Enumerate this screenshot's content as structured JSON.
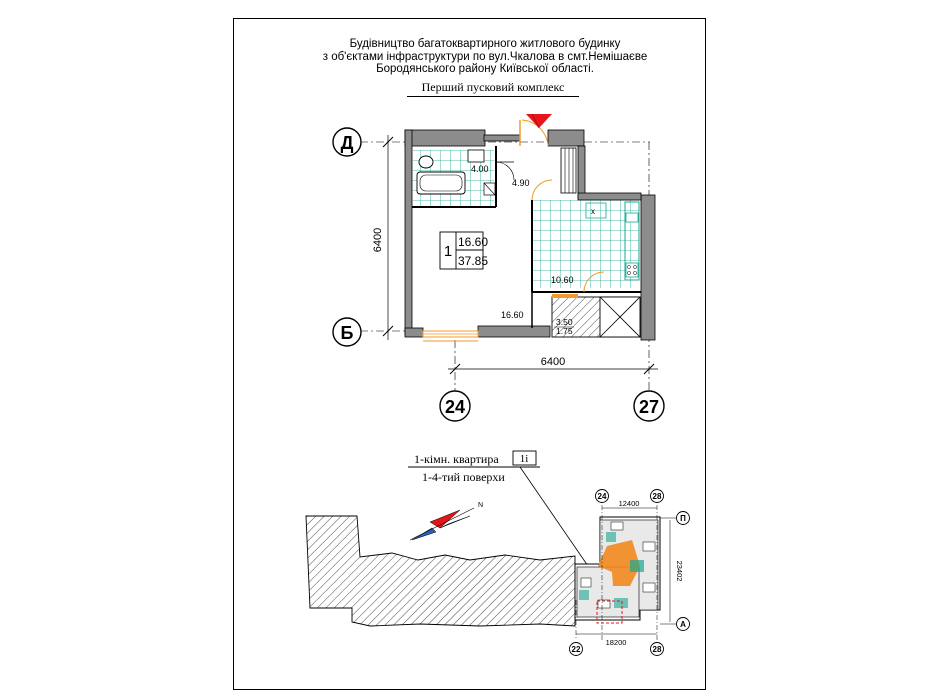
{
  "header": {
    "lines": [
      "Будівництво багатоквартирного житлового будинку",
      "з об'єктами інфраструктури по вул.Чкалова в смт.Немішаєве",
      "Бородянського району  Київської області."
    ],
    "subtitle": "Перший пусковий комплекс"
  },
  "axes": {
    "row_top": "Д",
    "row_bottom": "Б",
    "col_left": "24",
    "col_right": "27",
    "dim_vertical": "6400",
    "dim_horizontal": "6400"
  },
  "rooms": {
    "bath_area": "4.00",
    "hall_area": "4.90",
    "kitchen_area": "10.60",
    "living_area": "16.60",
    "balcony_area": "3.50",
    "balcony_reduced": "1.75"
  },
  "apartment_tag": {
    "number": "1",
    "living_area": "16.60",
    "total_area": "37.85"
  },
  "legend": {
    "apartment_type": "1-кімн. квартира",
    "apartment_code": "1i",
    "floors": "1-4-тий поверхи"
  },
  "site": {
    "axis_top_left": "24",
    "axis_top_right": "28",
    "axis_bottom_left": "22",
    "axis_bottom_right": "28",
    "axis_row_top": "П",
    "axis_row_bottom": "А",
    "dim_top": "12400",
    "dim_bottom": "18200",
    "dim_side": "23402",
    "compass_n": "N"
  },
  "colors": {
    "tile": "#1aa88f",
    "accent_red": "#e8141b",
    "door_orange": "#f39a2b",
    "wall_gray": "#8c8c8c",
    "site_orange": "#f28a1e"
  }
}
